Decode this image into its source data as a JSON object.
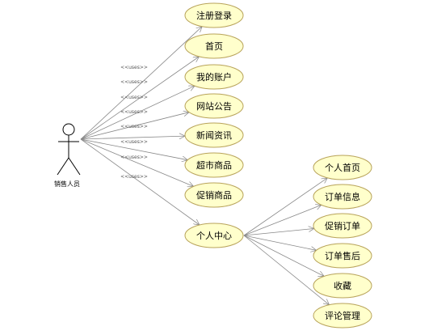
{
  "diagram": {
    "actor": {
      "name": "销售人员",
      "icon": "stick-figure-icon"
    },
    "stereotype": "<<uses>>",
    "use_cases": [
      {
        "id": "register-login",
        "label": "注册登录"
      },
      {
        "id": "home",
        "label": "首页"
      },
      {
        "id": "my-account",
        "label": "我的账户"
      },
      {
        "id": "site-notice",
        "label": "网站公告"
      },
      {
        "id": "news",
        "label": "新闻资讯"
      },
      {
        "id": "supermarket-goods",
        "label": "超市商品"
      },
      {
        "id": "promo-goods",
        "label": "促销商品"
      },
      {
        "id": "personal-center",
        "label": "个人中心"
      }
    ],
    "sub_use_cases": [
      {
        "id": "personal-home",
        "label": "个人首页"
      },
      {
        "id": "order-info",
        "label": "订单信息"
      },
      {
        "id": "promo-order",
        "label": "促销订单"
      },
      {
        "id": "order-after-sale",
        "label": "订单售后"
      },
      {
        "id": "favorites",
        "label": "收藏"
      },
      {
        "id": "review-manage",
        "label": "评论管理"
      }
    ],
    "colors": {
      "ellipse_fill": "#ffffcc",
      "ellipse_stroke": "#b8a35a",
      "line": "#888888",
      "stereotype": "#555555"
    }
  }
}
